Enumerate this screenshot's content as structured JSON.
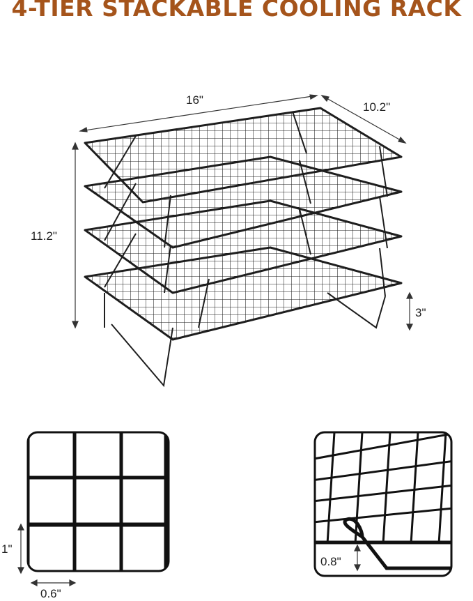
{
  "title": "4-TIER STACKABLE COOLING RACK",
  "colors": {
    "title": "#a5541b",
    "wire": "#1e1e1e",
    "dim_line": "#333333"
  },
  "dimensions": {
    "length": "16\"",
    "width": "10.2\"",
    "height": "11.2\"",
    "tier_gap": "3\"",
    "grid_vertical": "1\"",
    "grid_horizontal": "0.6\"",
    "leg_clearance": "0.8\""
  }
}
